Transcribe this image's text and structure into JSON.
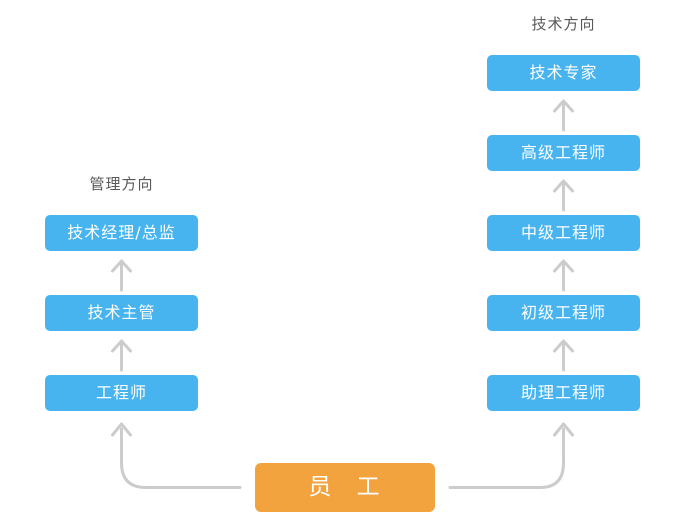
{
  "colors": {
    "page_bg": "#FFFFFF",
    "node_blue": "#47B4F0",
    "employee_orange": "#F2A33E",
    "arrow_gray": "#CCCCCC",
    "heading_text": "#595959",
    "node_text": "#FFFFFF"
  },
  "diagram": {
    "type": "career-path-flow",
    "technical_track": {
      "heading": "技术方向",
      "nodes": [
        "技术专家",
        "高级工程师",
        "中级工程师",
        "初级工程师",
        "助理工程师"
      ]
    },
    "management_track": {
      "heading": "管理方向",
      "nodes": [
        "技术经理/总监",
        "技术主管",
        "工程师"
      ]
    },
    "root": {
      "label": "员 工"
    },
    "edges": [
      {
        "from": "员 工",
        "to": "工程师"
      },
      {
        "from": "工程师",
        "to": "技术主管"
      },
      {
        "from": "技术主管",
        "to": "技术经理/总监"
      },
      {
        "from": "员 工",
        "to": "助理工程师"
      },
      {
        "from": "助理工程师",
        "to": "初级工程师"
      },
      {
        "from": "初级工程师",
        "to": "中级工程师"
      },
      {
        "from": "中级工程师",
        "to": "高级工程师"
      },
      {
        "from": "高级工程师",
        "to": "技术专家"
      }
    ]
  }
}
